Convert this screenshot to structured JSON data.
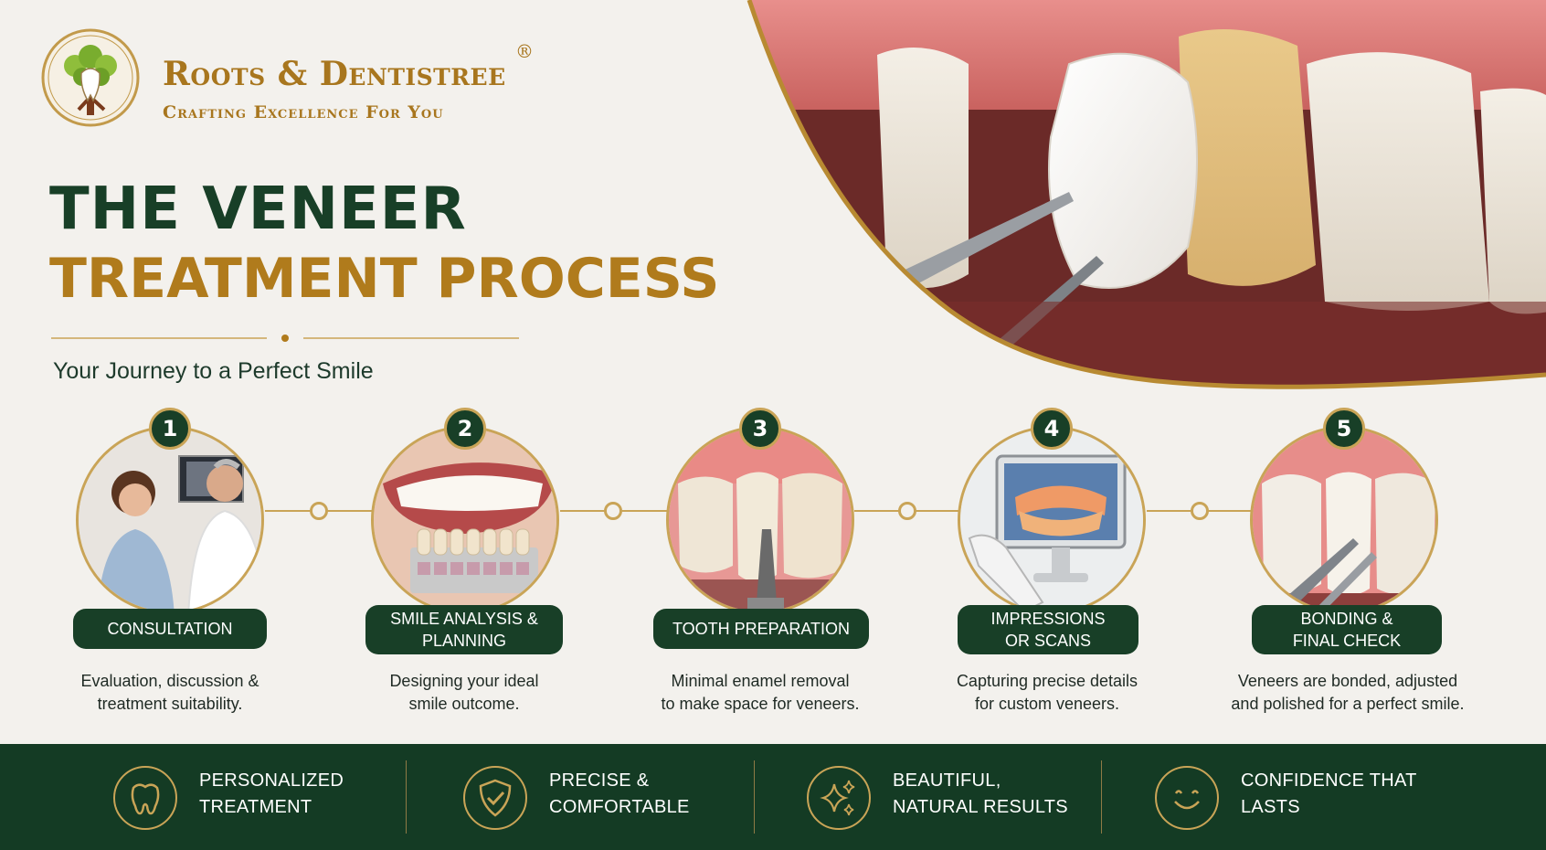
{
  "brand": {
    "name": "Roots & Dentistree",
    "registered": "®",
    "tagline": "Crafting Excellence For You"
  },
  "title": {
    "line1": "THE VENEER",
    "line2": "TREATMENT PROCESS"
  },
  "subtitle": "Your Journey to a Perfect Smile",
  "steps": [
    {
      "number": "1",
      "label": "CONSULTATION",
      "desc_line1": "Evaluation, discussion &",
      "desc_line2": "treatment suitability.",
      "image": "dentist-consultation"
    },
    {
      "number": "2",
      "label_line1": "SMILE ANALYSIS &",
      "label_line2": "PLANNING",
      "desc_line1": "Designing your ideal",
      "desc_line2": "smile outcome.",
      "image": "shade-guide-smile"
    },
    {
      "number": "3",
      "label": "TOOTH PREPARATION",
      "desc_line1": "Minimal enamel removal",
      "desc_line2": "to make space for veneers.",
      "image": "tooth-drill"
    },
    {
      "number": "4",
      "label_line1": "IMPRESSIONS",
      "label_line2": "OR SCANS",
      "desc_line1": "Capturing precise details",
      "desc_line2": "for custom veneers.",
      "image": "digital-scan-monitor"
    },
    {
      "number": "5",
      "label_line1": "BONDING &",
      "label_line2": "FINAL CHECK",
      "desc_line1": "Veneers are bonded, adjusted",
      "desc_line2": "and polished for a perfect smile.",
      "image": "veneer-bonding"
    }
  ],
  "features": [
    {
      "icon": "tooth-icon",
      "line1": "PERSONALIZED",
      "line2": "TREATMENT"
    },
    {
      "icon": "shield-check-icon",
      "line1": "PRECISE &",
      "line2": "COMFORTABLE"
    },
    {
      "icon": "sparkle-icon",
      "line1": "BEAUTIFUL,",
      "line2": "NATURAL RESULTS"
    },
    {
      "icon": "smile-icon",
      "line1": "CONFIDENCE THAT",
      "line2": "LASTS"
    }
  ],
  "colors": {
    "dark_green": "#183f27",
    "gold": "#b07b1c",
    "background": "#f3f1ed"
  }
}
